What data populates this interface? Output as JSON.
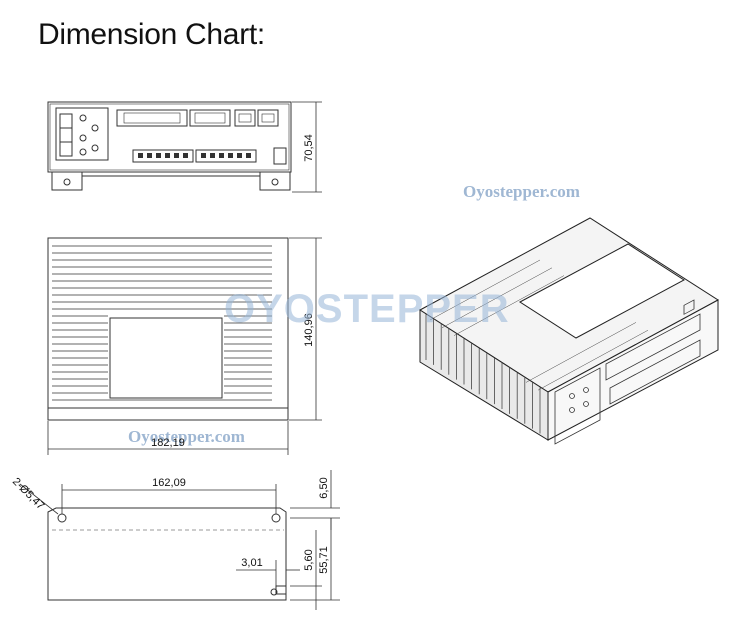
{
  "title": "Dimension Chart:",
  "watermark": {
    "site_top": "Oyostepper.com",
    "site_mid": "Oyostepper.com",
    "brand": "OYOSTEPPER"
  },
  "dimensions": {
    "front_height": "70,54",
    "top_height": "140,96",
    "top_width": "182,19",
    "bracket_width": "162,09",
    "hole": "2-Ø5,47",
    "top_offset": "6,50",
    "slot_width": "3,01",
    "slot_height": "5,60",
    "bracket_height": "55,71"
  },
  "colors": {
    "line": "#333333",
    "watermark": "#9fb7d3"
  }
}
